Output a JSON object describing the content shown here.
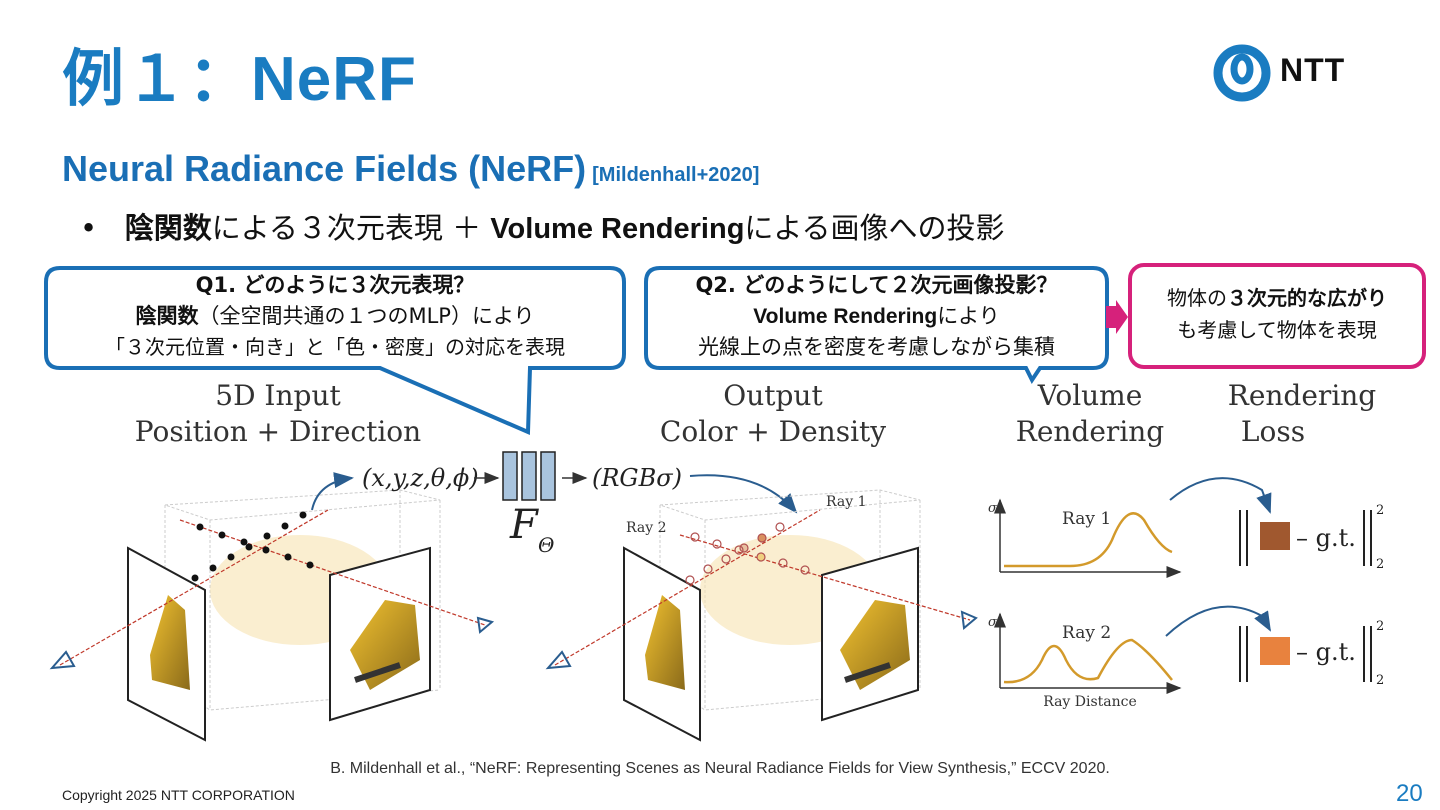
{
  "slide": {
    "title": "例１：NeRF",
    "subtitle": "Neural Radiance Fields (NeRF)",
    "subtitle_cite": "[Mildenhall+2020]",
    "bullet": {
      "marker": "•",
      "part1_bold": "陰関数",
      "part2": "による３次元表現 ＋ ",
      "part3_bold": "Volume Rendering",
      "part4": "による画像への投影"
    },
    "logo": {
      "text": "NTT",
      "icon": "ntt-logo-icon"
    },
    "citation": "B. Mildenhall et al., “NeRF: Representing Scenes as Neural Radiance Fields for View Synthesis,” ECCV 2020.",
    "copyright": "Copyright 2025 NTT CORPORATION",
    "page_number": "20"
  },
  "callouts": {
    "q1": {
      "line1": "Q1. どのように３次元表現？",
      "line2_bold": "陰関数",
      "line2_rest": "（全空間共通の１つのMLP）により",
      "line3": "「３次元位置・向き」と「色・密度」の対応を表現",
      "border_color": "#1a6fb5"
    },
    "q2": {
      "line1": "Q2. どのようにして２次元画像投影？",
      "line2_bold": "Volume Rendering",
      "line2_rest": "により",
      "line3": "光線上の点を密度を考慮しながら集積",
      "border_color": "#1a6fb5"
    },
    "answer": {
      "line1_a": "物体の",
      "line1_bold": "３次元的な広がり",
      "line2": "も考慮して物体を表現",
      "border_color": "#d6217b"
    }
  },
  "diagram": {
    "headers": {
      "input_l1": "5D Input",
      "input_l2": "Position + Direction",
      "output_l1": "Output",
      "output_l2": "Color + Density",
      "volume_l1": "Volume",
      "volume_l2": "Rendering",
      "loss_l1": "Rendering",
      "loss_l2": "Loss"
    },
    "input_label": "(x,y,z,θ,ϕ)",
    "output_label": "(RGBσ)",
    "network_label": "F",
    "network_sub": "Θ",
    "ray1": "Ray 1",
    "ray2": "Ray 2",
    "sigma": "σ",
    "ray_distance": "Ray Distance",
    "gt": "– g.t.",
    "norm_sup": "2",
    "norm_sub": "2",
    "color_swatch_1": "#a0582f",
    "color_swatch_2": "#e8823e",
    "ray_color": "#c0392b",
    "curve_color": "#d39a2b"
  }
}
